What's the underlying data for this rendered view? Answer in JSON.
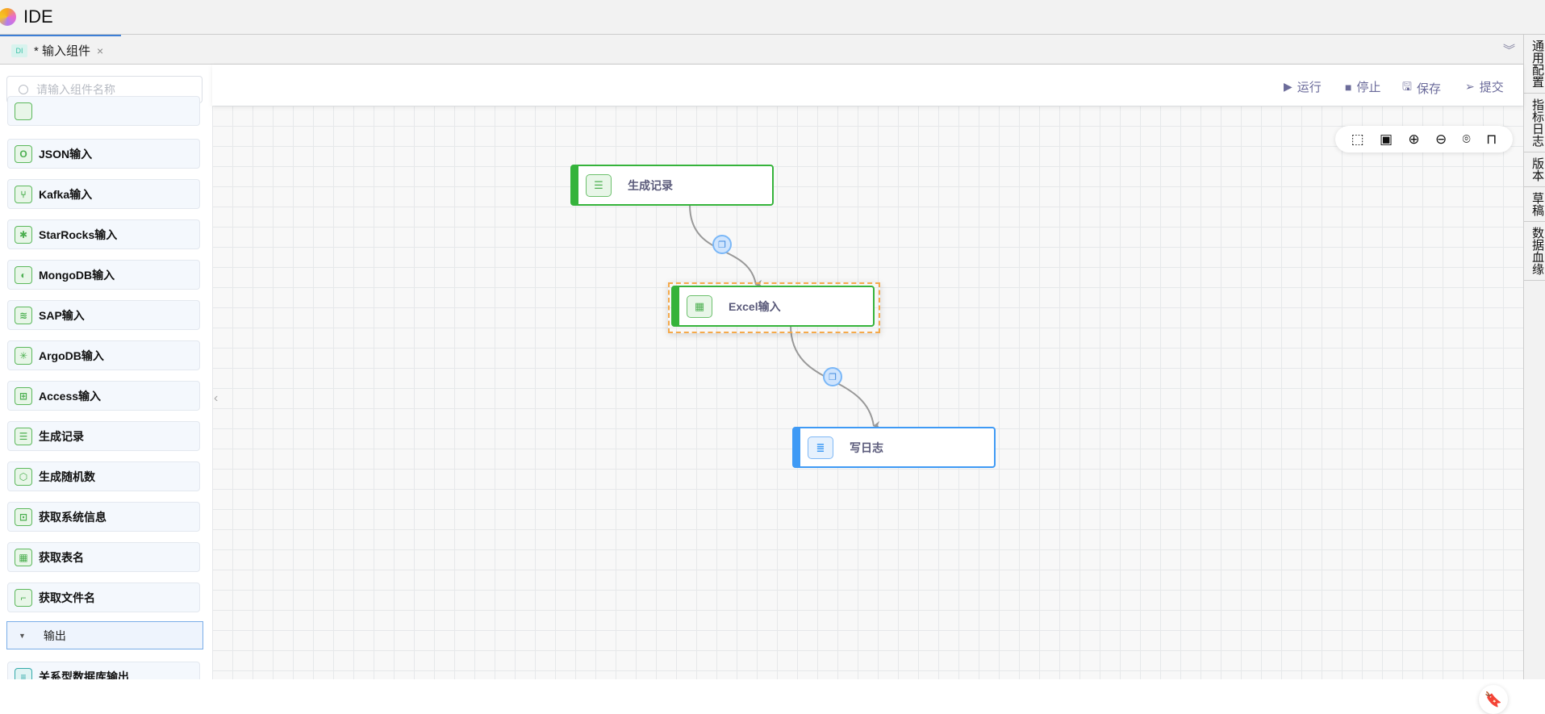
{
  "app": {
    "title": "IDE"
  },
  "tab": {
    "badge": "DI",
    "label": "* 输入组件",
    "close": "×",
    "collapse": "⌄"
  },
  "sidebar": {
    "search_placeholder": "请输入组件名称",
    "items": [
      {
        "label": "JSON输入",
        "icon": "json-icon"
      },
      {
        "label": "Kafka输入",
        "icon": "kafka-icon"
      },
      {
        "label": "StarRocks输入",
        "icon": "starrocks-icon"
      },
      {
        "label": "MongoDB输入",
        "icon": "mongodb-icon"
      },
      {
        "label": "SAP输入",
        "icon": "sap-icon"
      },
      {
        "label": "ArgoDB输入",
        "icon": "argodb-icon"
      },
      {
        "label": "Access输入",
        "icon": "access-icon"
      },
      {
        "label": "生成记录",
        "icon": "records-icon"
      },
      {
        "label": "生成随机数",
        "icon": "dice-icon"
      },
      {
        "label": "获取系统信息",
        "icon": "system-info-icon"
      },
      {
        "label": "获取表名",
        "icon": "table-icon"
      },
      {
        "label": "获取文件名",
        "icon": "file-icon"
      }
    ],
    "section": "输出",
    "section_items": [
      {
        "label": "关系型数据库输出",
        "icon": "database-icon"
      }
    ]
  },
  "toolbar": {
    "run": "运行",
    "stop": "停止",
    "save": "保存",
    "submit": "提交"
  },
  "canvas": {
    "nodes": [
      {
        "label": "生成记录",
        "status_color": "#35b33b"
      },
      {
        "label": "Excel输入",
        "status_color": "#35b33b",
        "selected": true
      },
      {
        "label": "写日志",
        "status_color": "#3f9af5"
      }
    ],
    "edges": [
      {
        "from": "生成记录",
        "to": "Excel输入"
      },
      {
        "from": "Excel输入",
        "to": "写日志"
      }
    ]
  },
  "right_rail": [
    "通用配置",
    "指标日志",
    "版本",
    "草稿",
    "数据血缘"
  ]
}
